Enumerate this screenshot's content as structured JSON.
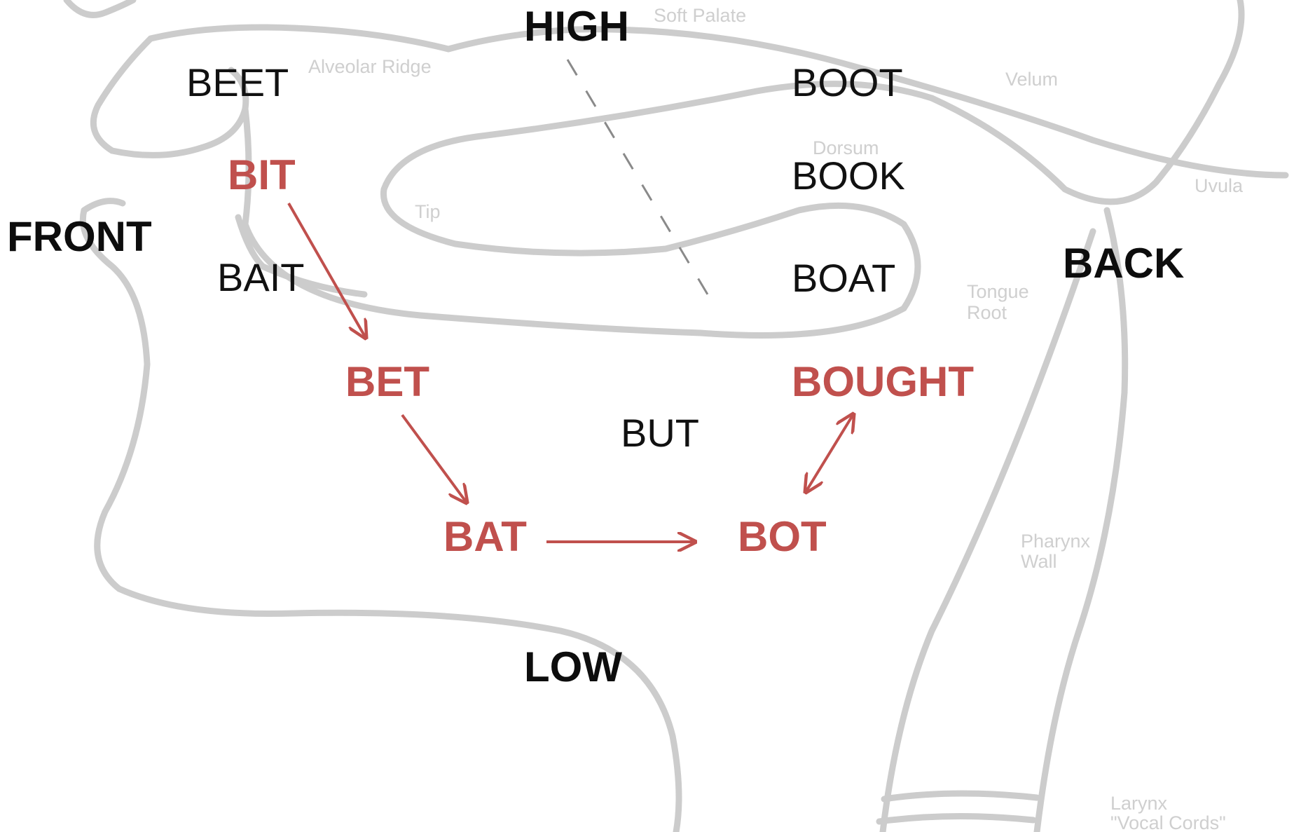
{
  "axes": {
    "high": "HIGH",
    "low": "LOW",
    "front": "FRONT",
    "back": "BACK"
  },
  "vowels": {
    "beet": "BEET",
    "bit": "BIT",
    "bait": "BAIT",
    "bet": "BET",
    "bat": "BAT",
    "but": "BUT",
    "bot": "BOT",
    "bought": "BOUGHT",
    "boat": "BOAT",
    "book": "BOOK",
    "boot": "BOOT"
  },
  "anatomy": {
    "soft_palate": "Soft Palate",
    "alveolar_ridge": "Alveolar Ridge",
    "velum": "Velum",
    "dorsum": "Dorsum",
    "uvula": "Uvula",
    "tip": "Tip",
    "tongue_root_1": "Tongue",
    "tongue_root_2": "Root",
    "pharynx_wall_1": "Pharynx",
    "pharynx_wall_2": "Wall",
    "larynx_1": "Larynx",
    "larynx_2": "\"Vocal Cords\""
  },
  "colors": {
    "shift_vowel": "#c0504d",
    "normal_vowel": "#111111",
    "outline": "#cccccc",
    "anatomy_label": "#cfcfcf"
  }
}
